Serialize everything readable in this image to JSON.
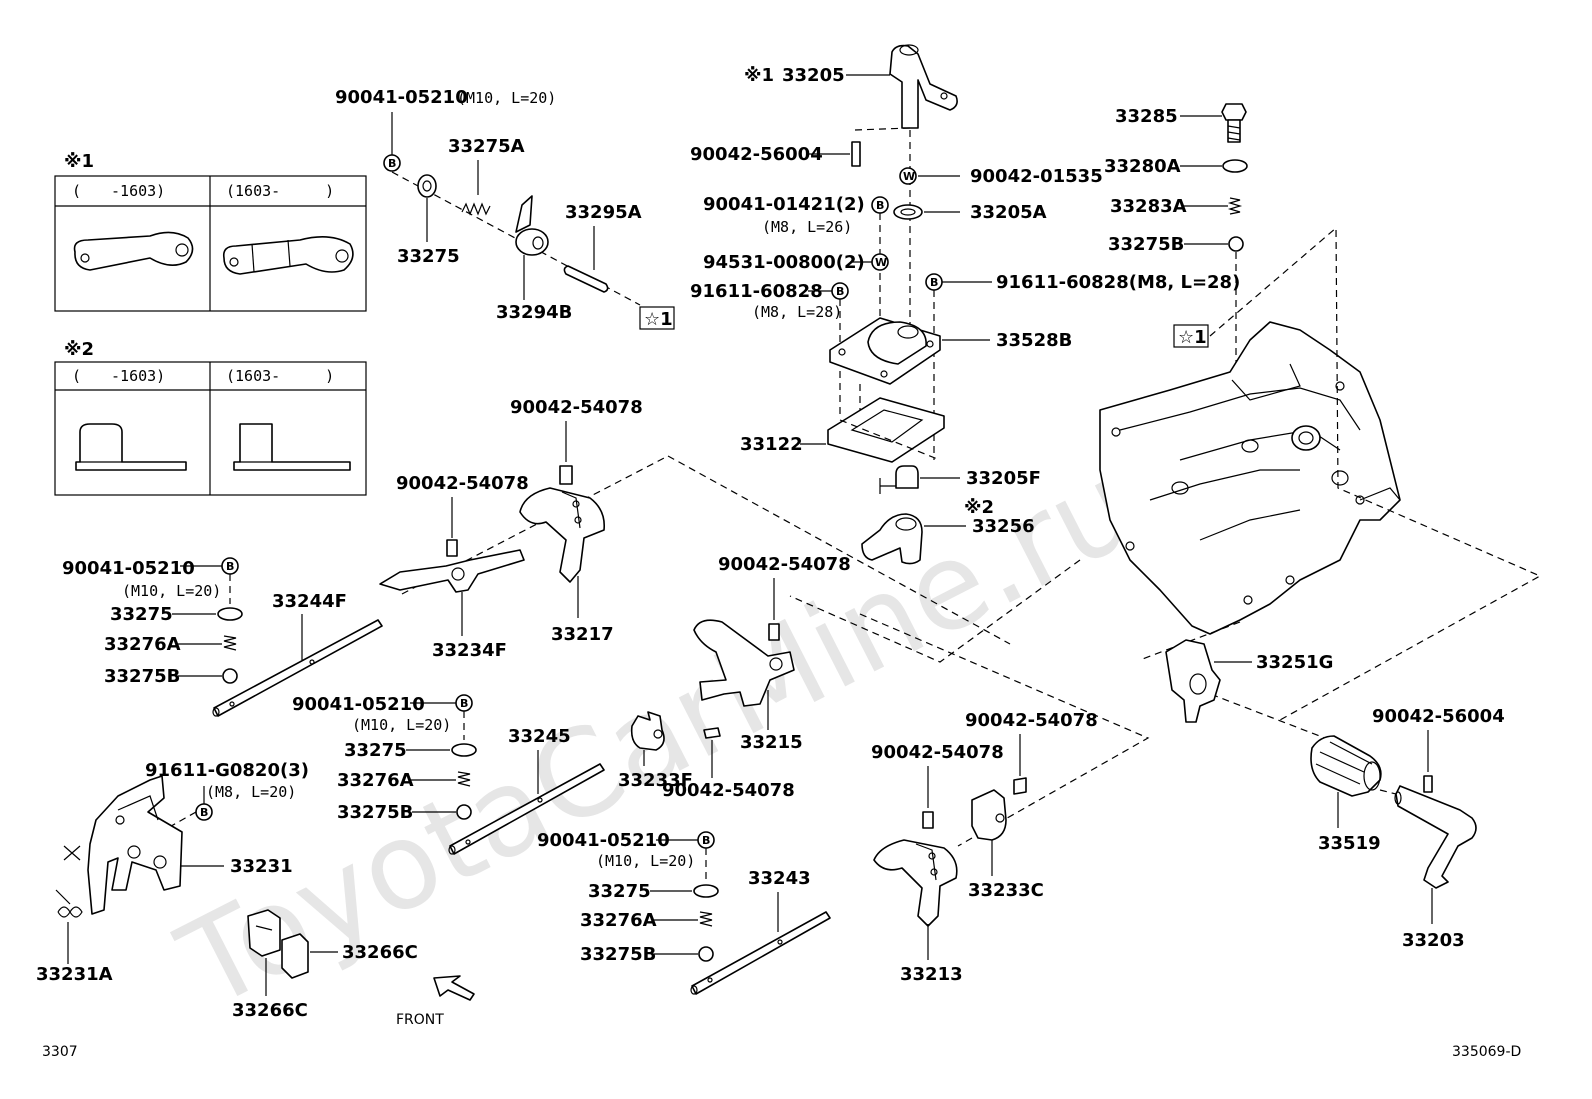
{
  "watermark": "ToyotaCarMine.ru",
  "footer": {
    "left": "3307",
    "right": "335069-D"
  },
  "front_label": "FRONT",
  "badges": {
    "bolt": "B",
    "washer": "W"
  },
  "inset1": {
    "title": "※1",
    "col1": "(　　-1603)",
    "col2": "(1603-　　　)"
  },
  "inset2": {
    "title": "※2",
    "col1": "(　　-1603)",
    "col2": "(1603-　　　)"
  },
  "star_box": "☆1",
  "labels": {
    "p90041_05210_top": "90041-05210",
    "p90041_05210_top_spec": "(M10, L=20)",
    "p33275A": "33275A",
    "p33275_top": "33275",
    "p33295A": "33295A",
    "p33294B": "33294B",
    "p33205_mark": "※1",
    "p33205": "33205",
    "p90042_56004_top": "90042-56004",
    "p90042_01535": "90042-01535",
    "p90041_01421": "90041-01421(2)",
    "p90041_01421_spec": "(M8, L=26)",
    "p33205A": "33205A",
    "p94531_00800": "94531-00800(2)",
    "p91611_60828_left": "91611-60828",
    "p91611_60828_left_spec": "(M8, L=28)",
    "p91611_60828_right": "91611-60828(M8, L=28)",
    "p33528B": "33528B",
    "p33122": "33122",
    "p33205F": "33205F",
    "p33256_mark": "※2",
    "p33256": "33256",
    "p33285": "33285",
    "p33280A": "33280A",
    "p33283A": "33283A",
    "p33275B_top": "33275B",
    "p90042_54078_a": "90042-54078",
    "p90042_54078_b": "90042-54078",
    "p33217": "33217",
    "p33234F": "33234F",
    "p90041_05210_l": "90041-05210",
    "p90041_05210_l_spec": "(M10, L=20)",
    "p33275_l": "33275",
    "p33276A_l": "33276A",
    "p33275B_l": "33275B",
    "p33244F": "33244F",
    "p90042_54078_c": "90042-54078",
    "p33215": "33215",
    "p90041_05210_m": "90041-05210",
    "p90041_05210_m_spec": "(M10, L=20)",
    "p33275_m": "33275",
    "p33276A_m": "33276A",
    "p33275B_m": "33275B",
    "p33245": "33245",
    "p90042_54078_d": "90042-54078",
    "p33233F": "33233F",
    "p91611_G0820": "91611-G0820(3)",
    "p91611_G0820_spec": "(M8, L=20)",
    "p33231": "33231",
    "p33231A": "33231A",
    "p33266C_r": "33266C",
    "p33266C_b": "33266C",
    "p90041_05210_b": "90041-05210",
    "p90041_05210_b_spec": "(M10, L=20)",
    "p33275_b": "33275",
    "p33276A_b": "33276A",
    "p33275B_b": "33275B",
    "p33243": "33243",
    "p90042_54078_e": "90042-54078",
    "p90042_54078_f": "90042-54078",
    "p33213": "33213",
    "p33233C": "33233C",
    "p33251G": "33251G",
    "p90042_56004_r": "90042-56004",
    "p33519": "33519",
    "p33203": "33203"
  }
}
